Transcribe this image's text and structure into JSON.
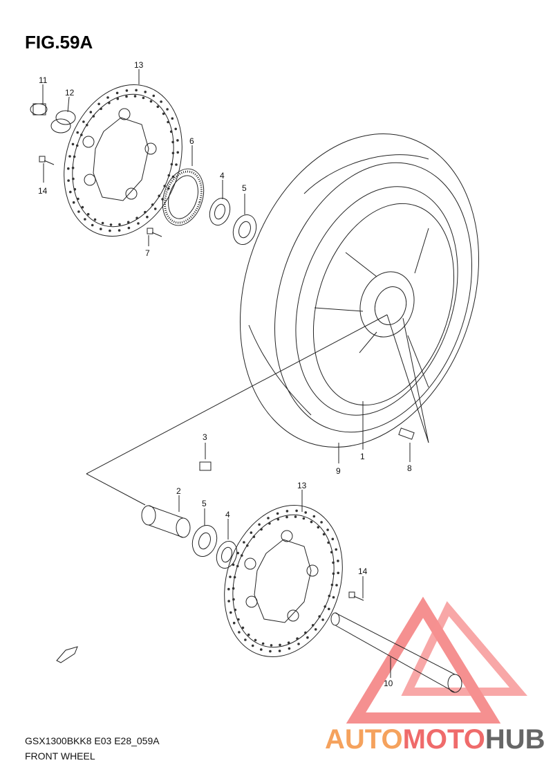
{
  "figure": {
    "title": "FIG.59A"
  },
  "callouts": {
    "p11": "11",
    "p12": "12",
    "p13_top": "13",
    "p14_top": "14",
    "p6": "6",
    "p4_top": "4",
    "p5_top": "5",
    "p7": "7",
    "p3": "3",
    "p9": "9",
    "p1": "1",
    "p8": "8",
    "p2": "2",
    "p5_bottom": "5",
    "p4_bottom": "4",
    "p13_bottom": "13",
    "p14_bottom": "14",
    "p10": "10"
  },
  "footer": {
    "model_code": "GSX1300BKK8 E03 E28_059A",
    "name": "FRONT WHEEL"
  },
  "watermark": {
    "part1": "AUTO",
    "part2": "MOTO",
    "part3": "HUB",
    "color1": "#f5a25d",
    "color2": "#ef6b6b",
    "color3": "#666666",
    "triangle_color": "#f26b6b"
  }
}
